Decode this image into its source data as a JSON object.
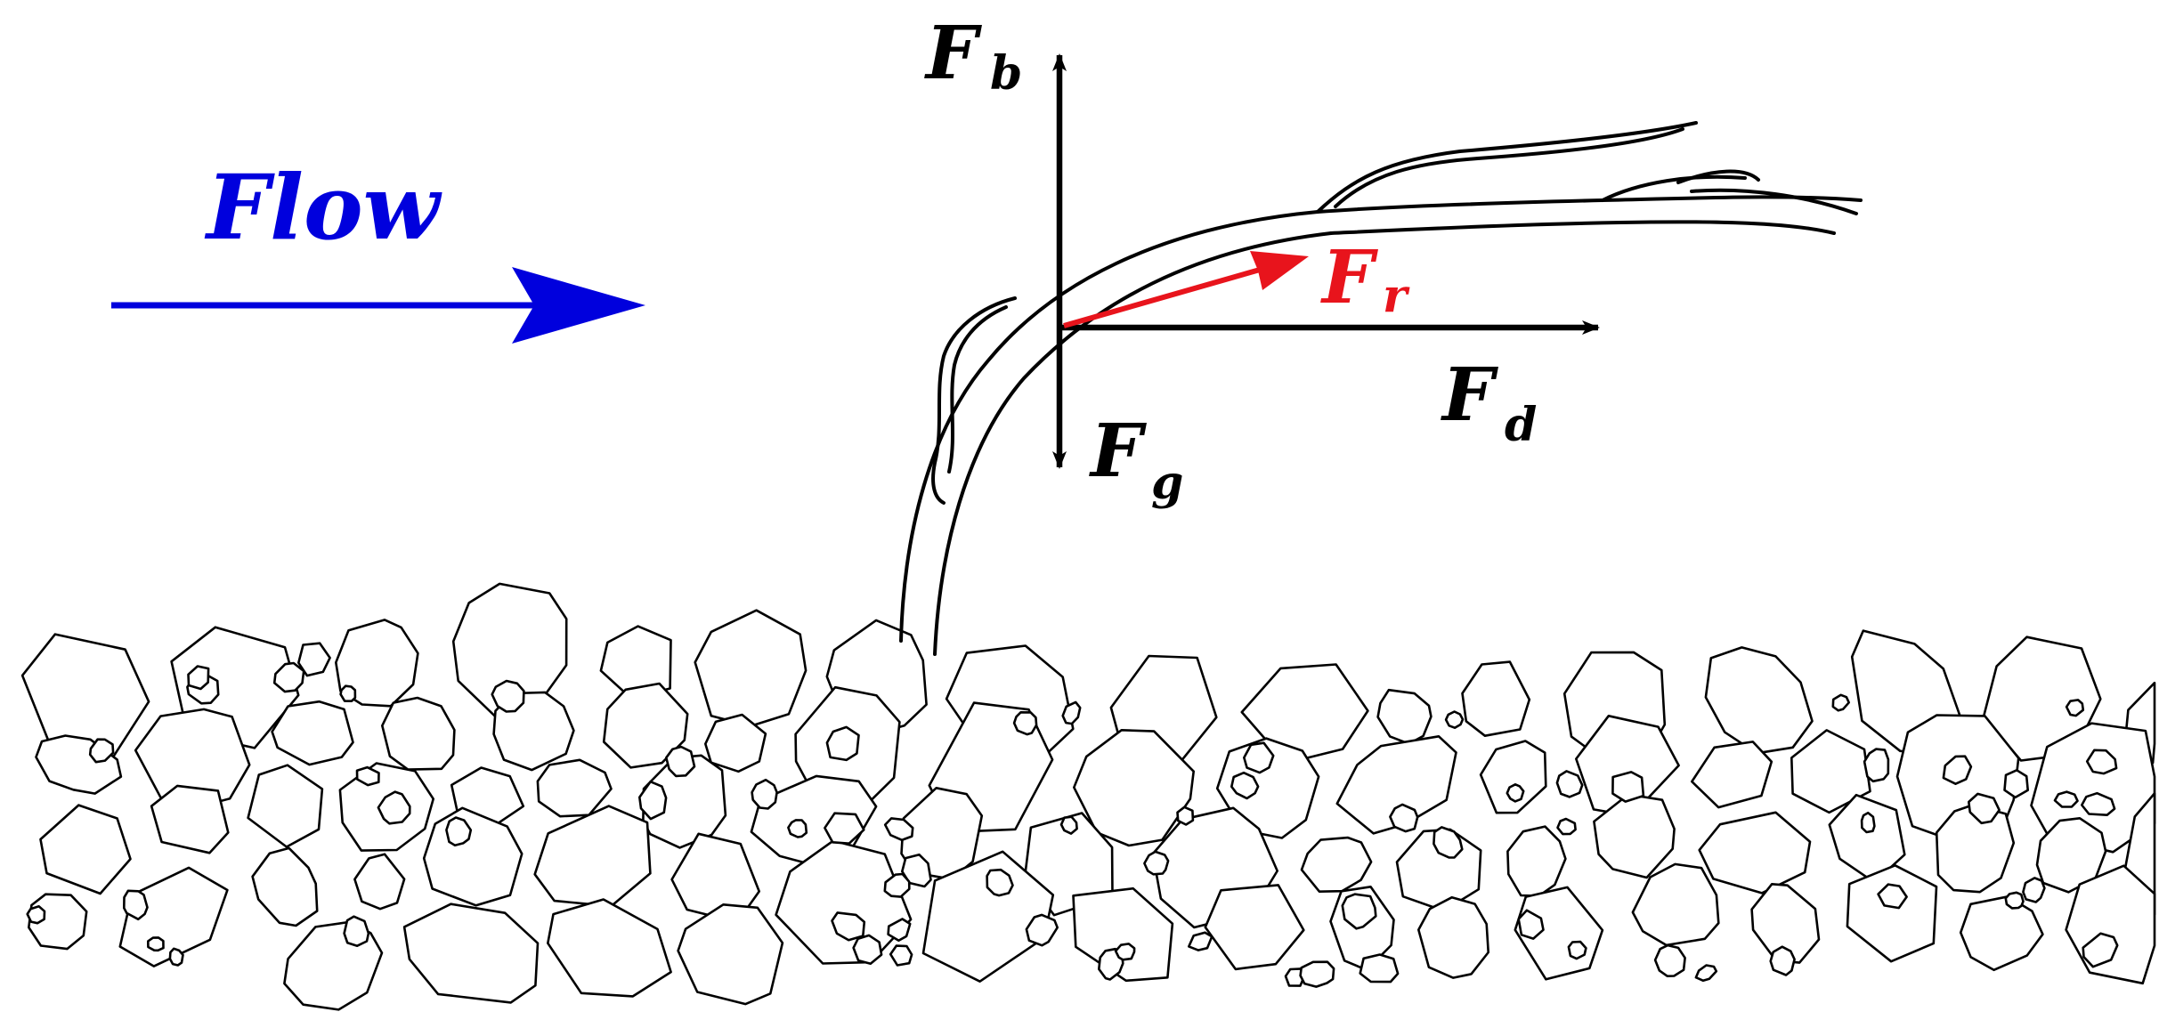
{
  "flow": {
    "label": "Flow",
    "color": "#0000dd"
  },
  "forces": {
    "buoyancy": {
      "symbol": "F",
      "subscript": "b",
      "color": "#000000"
    },
    "gravity": {
      "symbol": "F",
      "subscript": "g",
      "color": "#000000"
    },
    "drag": {
      "symbol": "F",
      "subscript": "d",
      "color": "#000000"
    },
    "resultant": {
      "symbol": "F",
      "subscript": "r",
      "color": "#e8141c"
    }
  }
}
